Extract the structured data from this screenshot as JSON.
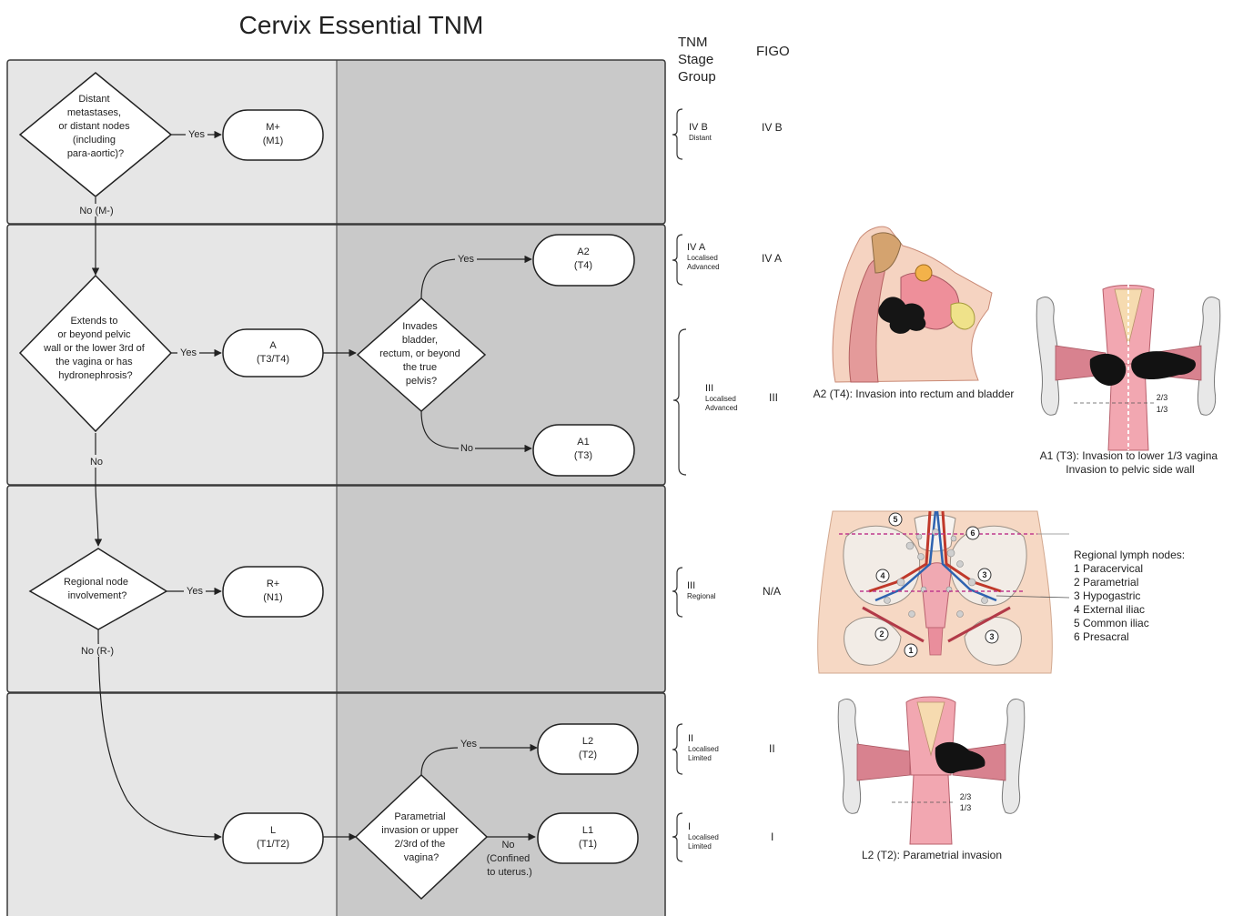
{
  "title": "Cervix Essential TNM",
  "headers": {
    "tnm": [
      "TNM",
      "Stage",
      "Group"
    ],
    "figo": "FIGO"
  },
  "questions": {
    "m": [
      "Distant",
      "metastases,",
      "or distant nodes",
      "(including",
      "para-aortic)?"
    ],
    "a": [
      "Extends to",
      "or beyond pelvic",
      "wall or the lower 3rd of",
      "the vagina or has",
      "hydronephrosis?"
    ],
    "t4": [
      "Invades",
      "bladder,",
      "rectum, or beyond",
      "the true",
      "pelvis?"
    ],
    "r": [
      "Regional node",
      "involvement?"
    ],
    "t2": [
      "Parametrial",
      "invasion or upper",
      "2/3rd of the",
      "vagina?"
    ]
  },
  "outcomes": {
    "m1": [
      "M+",
      "(M1)"
    ],
    "a": [
      "A",
      "(T3/T4)"
    ],
    "a2": [
      "A2",
      "(T4)"
    ],
    "a1": [
      "A1",
      "(T3)"
    ],
    "r": [
      "R+",
      "(N1)"
    ],
    "l": [
      "L",
      "(T1/T2)"
    ],
    "l2": [
      "L2",
      "(T2)"
    ],
    "l1": [
      "L1",
      "(T1)"
    ]
  },
  "edge_labels": {
    "m_yes": "Yes",
    "m_no": "No (M-)",
    "a_yes": "Yes",
    "a_no": "No",
    "t4_yes": "Yes",
    "t4_no": "No",
    "r_yes": "Yes",
    "r_no": "No (R-)",
    "t2_yes": "Yes",
    "t2_no": [
      "No",
      "(Confined",
      "to uterus.)"
    ]
  },
  "stages": [
    {
      "main": "IV B",
      "sub": [
        "Distant"
      ],
      "figo": "IV B"
    },
    {
      "main": "IV A",
      "sub": [
        "Localised",
        "Advanced"
      ],
      "figo": "IV A"
    },
    {
      "main": "III",
      "sub": [
        "Localised",
        "Advanced"
      ],
      "figo": "III"
    },
    {
      "main": "III",
      "sub": [
        "Regional"
      ],
      "figo": "N/A"
    },
    {
      "main": "II",
      "sub": [
        "Localised",
        "Limited"
      ],
      "figo": "II"
    },
    {
      "main": "I",
      "sub": [
        "Localised",
        "Limited"
      ],
      "figo": "I"
    }
  ],
  "captions": {
    "a2": "A2 (T4): Invasion into rectum and bladder",
    "a1": [
      "A1 (T3): Invasion to lower 1/3 vagina",
      "Invasion to pelvic side wall"
    ],
    "l2": "L2 (T2): Parametrial invasion"
  },
  "figure_labels": {
    "two_thirds": "2/3",
    "one_third": "1/3"
  },
  "lymph_markers": [
    "5",
    "6",
    "4",
    "3",
    "2",
    "1",
    "3"
  ],
  "lymph_nodes": {
    "heading": "Regional lymph nodes:",
    "items": [
      "1 Paracervical",
      "2 Parametrial",
      "3 Hypogastric",
      "4 External iliac",
      "5 Common iliac",
      "6 Presacral"
    ]
  },
  "colors": {
    "panel_light": "#e6e6e6",
    "panel_dark": "#c9c9c9",
    "border": "#3a3a3a",
    "tissue_pink": "#e8a9a9",
    "tumor": "#111111",
    "bone": "#eeeeee",
    "dash_magenta": "#c03a8e"
  }
}
